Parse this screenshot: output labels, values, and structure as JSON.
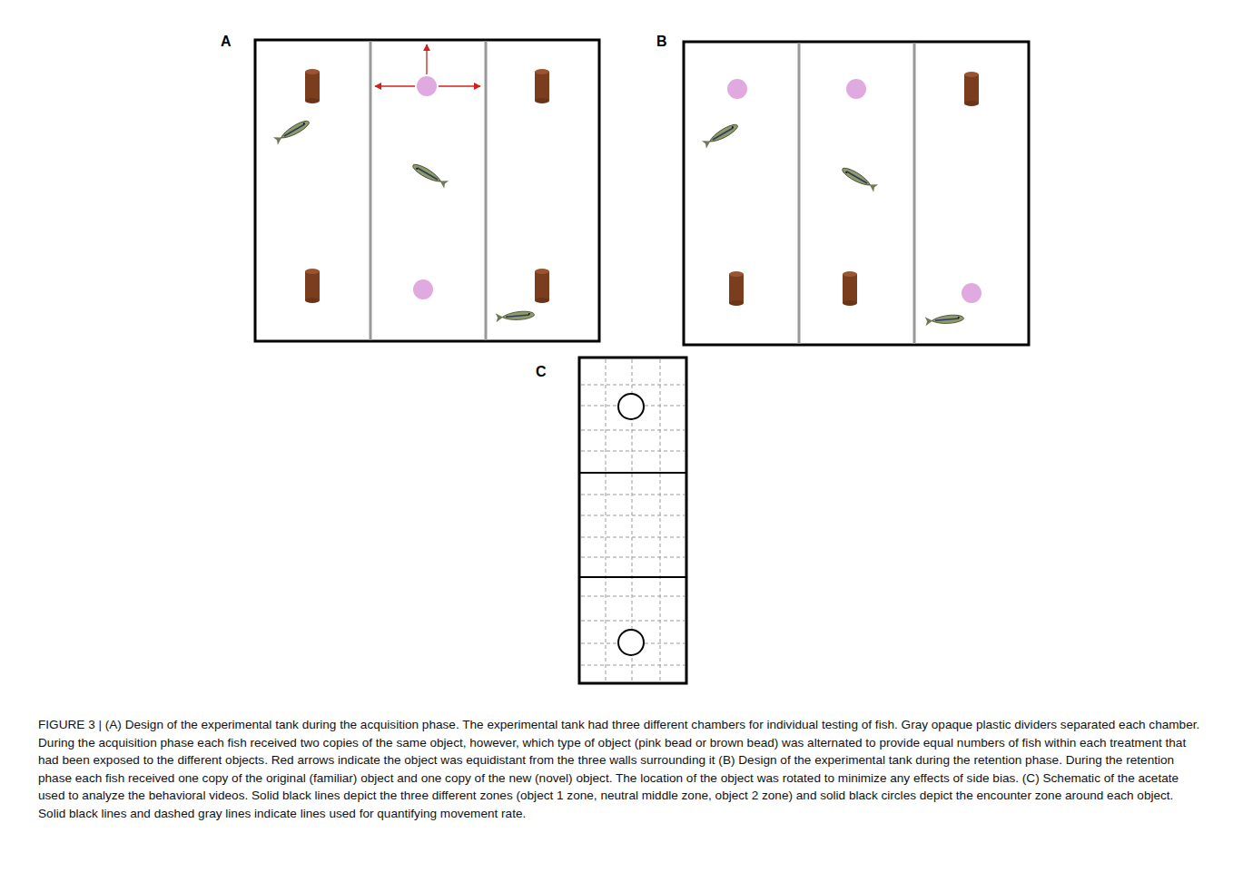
{
  "diagram": {
    "caption": "FIGURE 3 | (A) Design of the experimental tank during the acquisition phase. The experimental tank had three different chambers for individual testing of fish. Gray opaque plastic dividers separated each chamber. During the acquisition phase each fish received two copies of the same object, however, which type of object (pink bead or brown bead) was alternated to provide equal numbers of fish within each treatment that had been exposed to the different objects. Red arrows indicate the object was equidistant from the three walls surrounding it (B) Design of the experimental tank during the retention phase. During the retention phase each fish received one copy of the original (familiar) object and one copy of the new (novel) object. The location of the object was rotated to minimize any effects of side bias. (C) Schematic of the acetate used to analyze the behavioral videos. Solid black lines depict the three different zones (object 1 zone, neutral middle zone, object 2 zone) and solid black circles depict the encounter zone around each object. Solid black lines and dashed gray lines indicate lines used for quantifying movement rate.",
    "labels": [
      "A",
      "B",
      "C"
    ]
  }
}
